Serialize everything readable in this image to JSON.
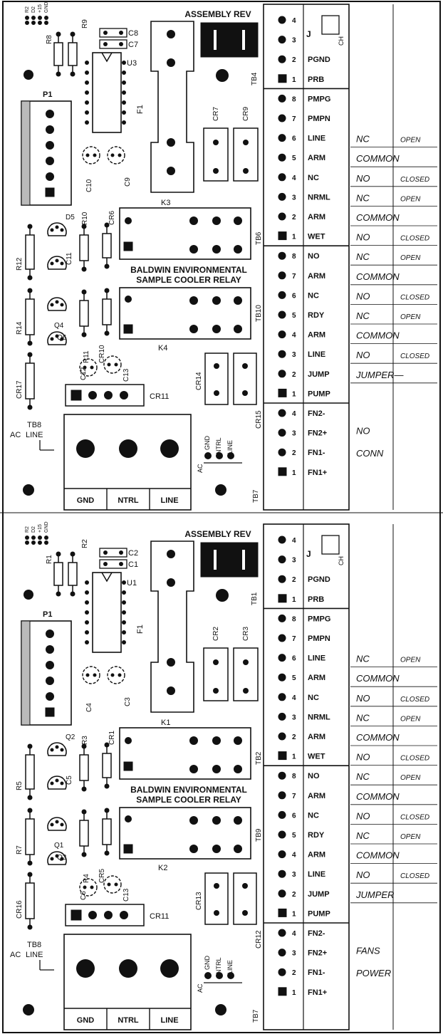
{
  "title_top": "ASSEMBLY REV",
  "board_name_line1": "BALDWIN ENVIRONMENTAL",
  "board_name_line2": "SAMPLE COOLER RELAY",
  "ac_line": {
    "tb": "TB8",
    "ac": "AC",
    "line": "LINE"
  },
  "bottom_terminals": [
    "GND",
    "NTRL",
    "LINE"
  ],
  "small_header": [
    "AC",
    "GND",
    "NTRL",
    "LINE"
  ],
  "top_silk_pins": [
    "R2",
    "D2",
    "+15",
    "GND"
  ],
  "header_conn": [
    "J",
    "CH"
  ],
  "boards": [
    {
      "id": "upper",
      "components": {
        "r_top": [
          "R8",
          "R9"
        ],
        "caps_top": [
          "C8",
          "C7"
        ],
        "ic": "U3",
        "fuse": "F1",
        "p1": "P1",
        "tb4": "TB4",
        "cr_pair": [
          "CR7",
          "CR9"
        ],
        "caps_mid": [
          "C10",
          "C9"
        ],
        "relay_a": "K3",
        "tb_a": "TB6",
        "relay_b": "K4",
        "tb_b": "TB10",
        "d5": "D5",
        "r10": "R10",
        "cr6": "CR6",
        "c11": "C11",
        "r12": "R12",
        "q4": "Q4",
        "q6": "Q6",
        "r14": "R14",
        "r11": "R11",
        "cr10": "CR10",
        "c12": "C12",
        "c13": "C13",
        "cr17": "CR17",
        "cr11": "CR11",
        "cr14": "CR14",
        "cr15": "CR15",
        "tb7": "TB7"
      },
      "terminals": [
        {
          "n": "4",
          "label": ""
        },
        {
          "n": "3",
          "label": ""
        },
        {
          "n": "2",
          "label": "PGND"
        },
        {
          "n": "1",
          "label": "PRB"
        },
        {
          "n": "8",
          "label": "PMPG"
        },
        {
          "n": "7",
          "label": "PMPN"
        },
        {
          "n": "6",
          "label": "LINE"
        },
        {
          "n": "5",
          "label": "ARM"
        },
        {
          "n": "4",
          "label": "NC"
        },
        {
          "n": "3",
          "label": "NRML"
        },
        {
          "n": "2",
          "label": "ARM"
        },
        {
          "n": "1",
          "label": "WET"
        },
        {
          "n": "8",
          "label": "NO"
        },
        {
          "n": "7",
          "label": "ARM"
        },
        {
          "n": "6",
          "label": "NC"
        },
        {
          "n": "5",
          "label": "RDY"
        },
        {
          "n": "4",
          "label": "ARM"
        },
        {
          "n": "3",
          "label": "LINE"
        },
        {
          "n": "2",
          "label": "JUMP"
        },
        {
          "n": "1",
          "label": "PUMP"
        },
        {
          "n": "4",
          "label": "FN2-"
        },
        {
          "n": "3",
          "label": "FN2+"
        },
        {
          "n": "2",
          "label": "FN1-"
        },
        {
          "n": "1",
          "label": "FN1+"
        }
      ],
      "handwritten": {
        "rows": [
          {
            "row": 6,
            "a": "NC",
            "b": "OPEN"
          },
          {
            "row": 7,
            "a": "COMMON",
            "b": ""
          },
          {
            "row": 8,
            "a": "NO",
            "b": "CLOSED"
          },
          {
            "row": 9,
            "a": "NC",
            "b": "OPEN"
          },
          {
            "row": 10,
            "a": "COMMON",
            "b": ""
          },
          {
            "row": 11,
            "a": "NO",
            "b": "CLOSED"
          },
          {
            "row": 12,
            "a": "NC",
            "b": "OPEN"
          },
          {
            "row": 13,
            "a": "COMMON",
            "b": ""
          },
          {
            "row": 14,
            "a": "NO",
            "b": "CLOSED"
          },
          {
            "row": 15,
            "a": "NC",
            "b": "OPEN"
          },
          {
            "row": 16,
            "a": "COMMON",
            "b": ""
          },
          {
            "row": 17,
            "a": "NO",
            "b": "CLOSED"
          },
          {
            "row": 18,
            "a": "JUMPER—",
            "b": ""
          }
        ],
        "extra": [
          "NO",
          "CONN"
        ]
      }
    },
    {
      "id": "lower",
      "components": {
        "r_top": [
          "R1",
          "R2"
        ],
        "caps_top": [
          "C2",
          "C1"
        ],
        "ic": "U1",
        "fuse": "F1",
        "p1": "P1",
        "tb4": "TB1",
        "cr_pair": [
          "CR2",
          "CR3"
        ],
        "caps_mid": [
          "C4",
          "C3"
        ],
        "relay_a": "K1",
        "tb_a": "TB2",
        "relay_b": "K2",
        "tb_b": "TB9",
        "d5": "Q2",
        "r10": "R3",
        "cr6": "CR1",
        "c11": "C5",
        "r12": "R5",
        "q4": "Q1",
        "q6": "Q3",
        "r14": "R7",
        "r11": "R4",
        "cr10": "CR5",
        "c12": "C6",
        "c13": "C13",
        "cr17": "CR16",
        "cr11": "CR11",
        "cr14": "CR13",
        "cr15": "CR12",
        "tb7": "TB7"
      },
      "terminals": [
        {
          "n": "4",
          "label": ""
        },
        {
          "n": "3",
          "label": ""
        },
        {
          "n": "2",
          "label": "PGND"
        },
        {
          "n": "1",
          "label": "PRB"
        },
        {
          "n": "8",
          "label": "PMPG"
        },
        {
          "n": "7",
          "label": "PMPN"
        },
        {
          "n": "6",
          "label": "LINE"
        },
        {
          "n": "5",
          "label": "ARM"
        },
        {
          "n": "4",
          "label": "NC"
        },
        {
          "n": "3",
          "label": "NRML"
        },
        {
          "n": "2",
          "label": "ARM"
        },
        {
          "n": "1",
          "label": "WET"
        },
        {
          "n": "8",
          "label": "NO"
        },
        {
          "n": "7",
          "label": "ARM"
        },
        {
          "n": "6",
          "label": "NC"
        },
        {
          "n": "5",
          "label": "RDY"
        },
        {
          "n": "4",
          "label": "ARM"
        },
        {
          "n": "3",
          "label": "LINE"
        },
        {
          "n": "2",
          "label": "JUMP"
        },
        {
          "n": "1",
          "label": "PUMP"
        },
        {
          "n": "4",
          "label": "FN2-"
        },
        {
          "n": "3",
          "label": "FN2+"
        },
        {
          "n": "2",
          "label": "FN1-"
        },
        {
          "n": "1",
          "label": "FN1+"
        }
      ],
      "handwritten": {
        "rows": [
          {
            "row": 6,
            "a": "NC",
            "b": "OPEN"
          },
          {
            "row": 7,
            "a": "COMMON",
            "b": ""
          },
          {
            "row": 8,
            "a": "NO",
            "b": "CLOSED"
          },
          {
            "row": 9,
            "a": "NC",
            "b": "OPEN"
          },
          {
            "row": 10,
            "a": "COMMON",
            "b": ""
          },
          {
            "row": 11,
            "a": "NO",
            "b": "CLOSED"
          },
          {
            "row": 12,
            "a": "NC",
            "b": "OPEN"
          },
          {
            "row": 13,
            "a": "COMMON",
            "b": ""
          },
          {
            "row": 14,
            "a": "NO",
            "b": "CLOSED"
          },
          {
            "row": 15,
            "a": "NC",
            "b": "OPEN"
          },
          {
            "row": 16,
            "a": "COMMON",
            "b": ""
          },
          {
            "row": 17,
            "a": "NO",
            "b": "CLOSED"
          },
          {
            "row": 18,
            "a": "JUMPER",
            "b": ""
          }
        ],
        "extra": [
          "FANS",
          "POWER"
        ]
      }
    }
  ]
}
